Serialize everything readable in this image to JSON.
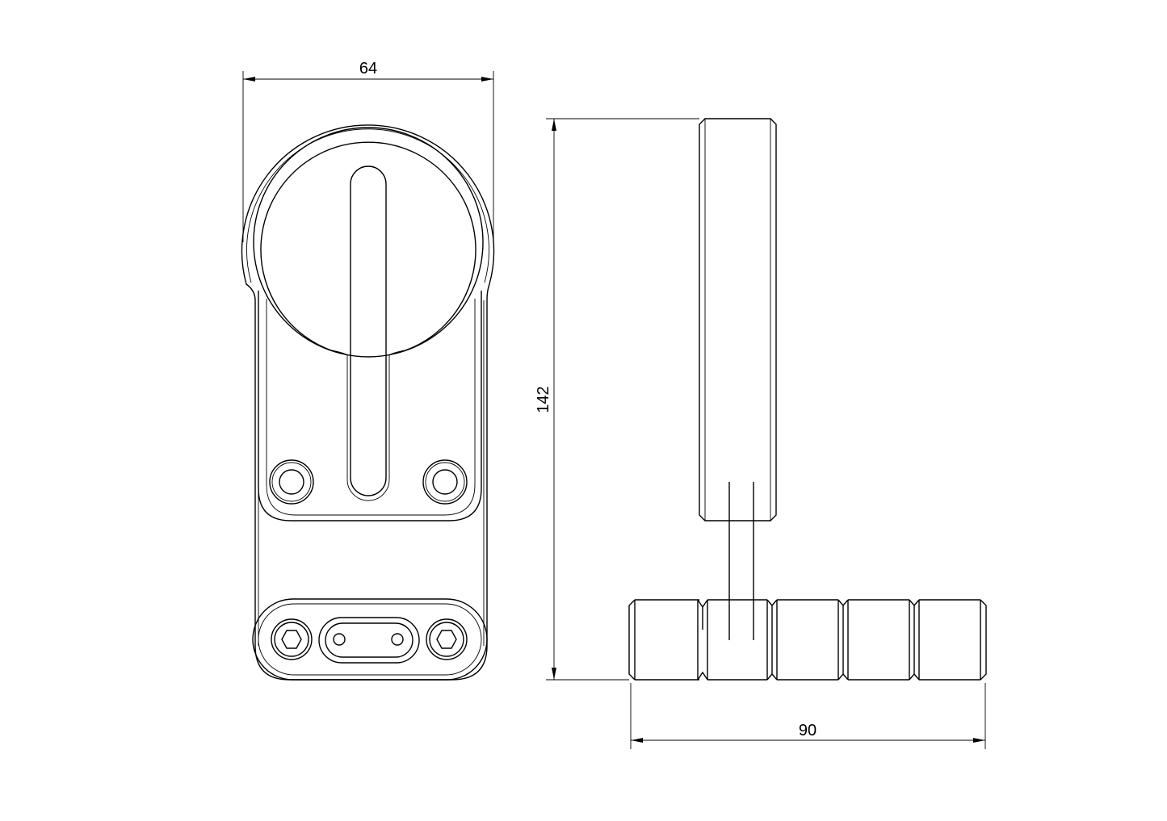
{
  "drawing": {
    "dimensions": {
      "width_front": "64",
      "height_side": "142",
      "width_side": "90"
    },
    "line_color": "#000000",
    "background": "#ffffff"
  }
}
